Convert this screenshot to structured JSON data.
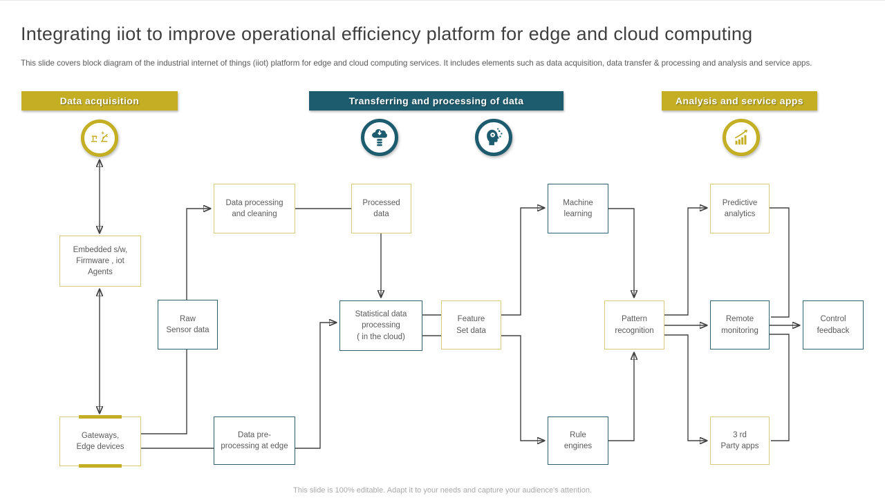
{
  "slide": {
    "title": "Integrating iiot to improve operational efficiency platform for edge and cloud computing",
    "subtitle": "This slide covers block diagram of the industrial internet of things (iiot) platform for edge and cloud computing services. It includes elements such as data acquisition, data transfer & processing and analysis and service apps.",
    "footer": "This slide is 100% editable. Adapt it to your needs and capture your audience's attention."
  },
  "sections": [
    {
      "label": "Data acquisition",
      "color": "gold",
      "icons": [
        "iot-devices-icon"
      ]
    },
    {
      "label": "Transferring and processing of data",
      "color": "teal",
      "icons": [
        "cloud-download-icon",
        "ai-head-icon"
      ]
    },
    {
      "label": "Analysis and service apps",
      "color": "gold",
      "icons": [
        "growth-chart-icon"
      ]
    }
  ],
  "nodes": {
    "embedded": {
      "label": "Embedded s/w,\nFirmware , iot\nAgents",
      "style": "gold"
    },
    "rawSensor": {
      "label": "Raw\nSensor data",
      "style": "teal"
    },
    "gateways": {
      "label": "Gateways,\nEdge devices",
      "style": "gold"
    },
    "dataProcessing": {
      "label": "Data processing\nand cleaning",
      "style": "gold"
    },
    "processedData": {
      "label": "Processed\ndata",
      "style": "gold"
    },
    "statistical": {
      "label": "Statistical data\nprocessing\n( in the cloud)",
      "style": "teal"
    },
    "dataPre": {
      "label": "Data pre-\nprocessing at edge",
      "style": "teal"
    },
    "featureSet": {
      "label": "Feature\nSet data",
      "style": "gold"
    },
    "machineLearning": {
      "label": "Machine\nlearning",
      "style": "teal"
    },
    "ruleEngines": {
      "label": "Rule\nengines",
      "style": "teal"
    },
    "patternRecognition": {
      "label": "Pattern\nrecognition",
      "style": "gold"
    },
    "predictive": {
      "label": "Predictive\nanalytics",
      "style": "gold"
    },
    "remote": {
      "label": "Remote\nmonitoring",
      "style": "teal"
    },
    "controlFeedback": {
      "label": "Control\nfeedback",
      "style": "teal"
    },
    "thirdParty": {
      "label": "3 rd\nParty apps",
      "style": "gold"
    }
  },
  "edges": [
    {
      "from": "iot-devices-icon",
      "to": "embedded",
      "arrow": "both"
    },
    {
      "from": "embedded",
      "to": "gateways",
      "arrow": "both"
    },
    {
      "from": "gateways",
      "to": "rawSensor",
      "arrow": "none"
    },
    {
      "from": "rawSensor",
      "to": "dataProcessing",
      "arrow": "end"
    },
    {
      "from": "dataProcessing",
      "to": "processedData",
      "arrow": "none"
    },
    {
      "from": "processedData",
      "to": "statistical",
      "arrow": "end"
    },
    {
      "from": "gateways",
      "to": "dataPre",
      "arrow": "none"
    },
    {
      "from": "dataPre",
      "to": "statistical",
      "arrow": "end"
    },
    {
      "from": "statistical",
      "to": "featureSet",
      "arrow": "none"
    },
    {
      "from": "featureSet",
      "to": "machineLearning",
      "arrow": "end"
    },
    {
      "from": "featureSet",
      "to": "ruleEngines",
      "arrow": "end"
    },
    {
      "from": "machineLearning",
      "to": "patternRecognition",
      "arrow": "end"
    },
    {
      "from": "ruleEngines",
      "to": "patternRecognition",
      "arrow": "end"
    },
    {
      "from": "patternRecognition",
      "to": "predictive",
      "arrow": "end"
    },
    {
      "from": "patternRecognition",
      "to": "remote",
      "arrow": "end"
    },
    {
      "from": "patternRecognition",
      "to": "thirdParty",
      "arrow": "end"
    },
    {
      "from": "predictive",
      "to": "remote",
      "arrow": "none"
    },
    {
      "from": "remote",
      "to": "controlFeedback",
      "arrow": "end"
    },
    {
      "from": "remote",
      "to": "thirdParty",
      "arrow": "none"
    }
  ],
  "colors": {
    "gold": "#c3ae24",
    "teal": "#1d5c6e",
    "line": "#404040"
  }
}
